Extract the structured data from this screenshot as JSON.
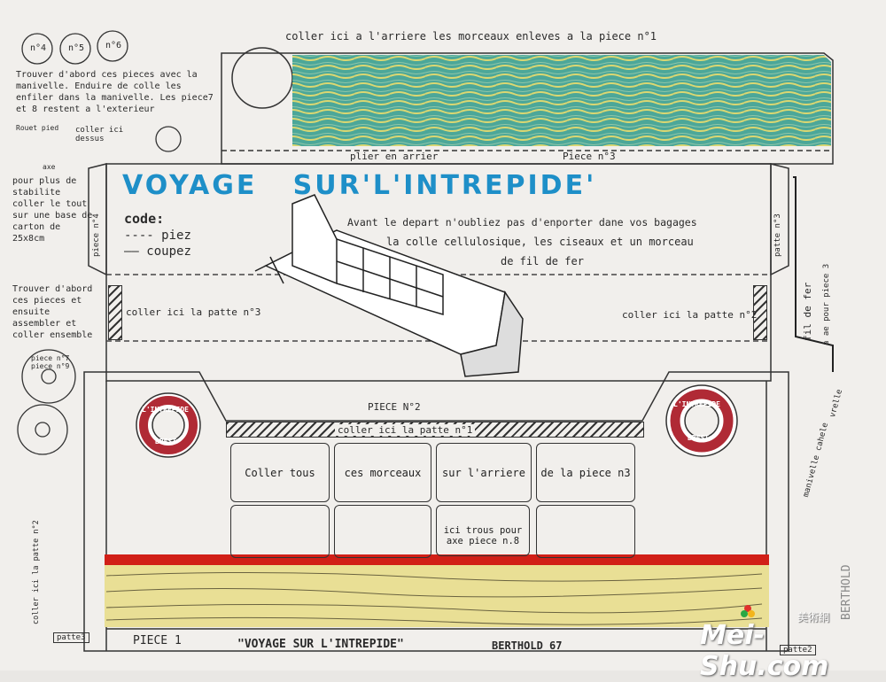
{
  "top_note": "coller ici a l'arriere les morceaux enleves a la piece n°1",
  "top_left_instructions": "Trouver d'abord ces pieces avec la manivelle. Enduire de colle les enfiler dans la manivelle. Les piece7 et 8 restent a l'exterieur",
  "top_left_small": [
    "n°4",
    "n°5",
    "n°6"
  ],
  "left_labels": {
    "rouet_pied": "Rouet pied",
    "coller_ici": "coller ici dessus",
    "axe": "axe",
    "stability": "pour plus de stabilite coller le tout sur une base de carton de 25x8cm",
    "assemble": "Trouver d'abord ces pieces et ensuite assembler et coller ensemble",
    "piece_ensemble": "piece n°7 piece n°9"
  },
  "piece3": {
    "label": "Piece n°3",
    "plier": "plier en arrier"
  },
  "title": "VOYAGE   SUR'L'INTREPIDE'",
  "code": {
    "heading": "code:",
    "fold": "piez",
    "cut": "coupez"
  },
  "departure_note": [
    "Avant le depart n'oubliez pas d'enporter dane vos bagages",
    "la colle cellulosique, les ciseaux et un morceau",
    "de fil de fer"
  ],
  "glue_left": "coller ici la patte n°3",
  "glue_right": "coller ici la patte n°2",
  "piece_side_left": "piece n°4",
  "piece_side_right": "patte n°3",
  "wire_note": [
    "fil de fer",
    "a ae pour piece 3"
  ],
  "crank_note": [
    "manivelle cahele",
    "vrelle"
  ],
  "piece2": {
    "label": "PIECE N°2",
    "glue_strip": "coller ici la patte n°1",
    "cells_row1": [
      "Coller tous",
      "ces morceaux",
      "sur l'arriere",
      "de la piece n3"
    ],
    "hole_note": "ici trous pour axe piece n.8"
  },
  "lifebuoy": [
    "L'INTREPIDE",
    "BREST"
  ],
  "bottom": {
    "piece1": "PIECE 1",
    "title": "\"VOYAGE SUR L'INTREPIDE\"",
    "author": "BERTHOLD 67",
    "patte3": "patte3",
    "patte2": "patte2",
    "left_vertical": "coller ici la patte n°2",
    "right_vertical": "BERTHOLD"
  },
  "watermark": {
    "brand": "Mei-Shu.com",
    "cjk": "美術網"
  },
  "colors": {
    "water_green": "#2f9a8a",
    "water_yellow": "#d7d35b",
    "red_stripe": "#d11f17",
    "wood": "#e9df95",
    "title_blue": "#1e8fc8"
  }
}
